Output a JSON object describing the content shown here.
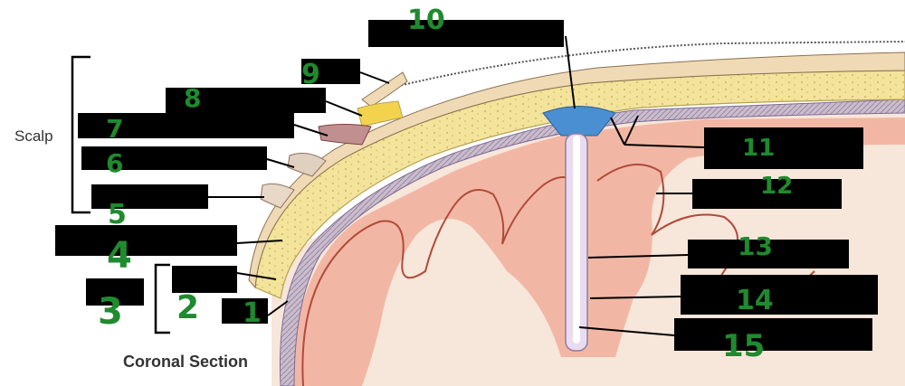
{
  "title": "Coronal Section",
  "scalp_label": "Scalp",
  "colors": {
    "handwriting": "#1f8a2e",
    "redaction": "#000000",
    "bone": "#f3e39b",
    "dura": "#d8c9e2",
    "cortex": "#f2b7a4",
    "white_matter": "#f7e6da",
    "vessel": "#b3261e",
    "sinus": "#4a8fd1"
  },
  "numbers": [
    "1",
    "2",
    "3",
    "4",
    "5",
    "6",
    "7",
    "8",
    "9",
    "10",
    "11",
    "12",
    "13",
    "14",
    "15"
  ]
}
